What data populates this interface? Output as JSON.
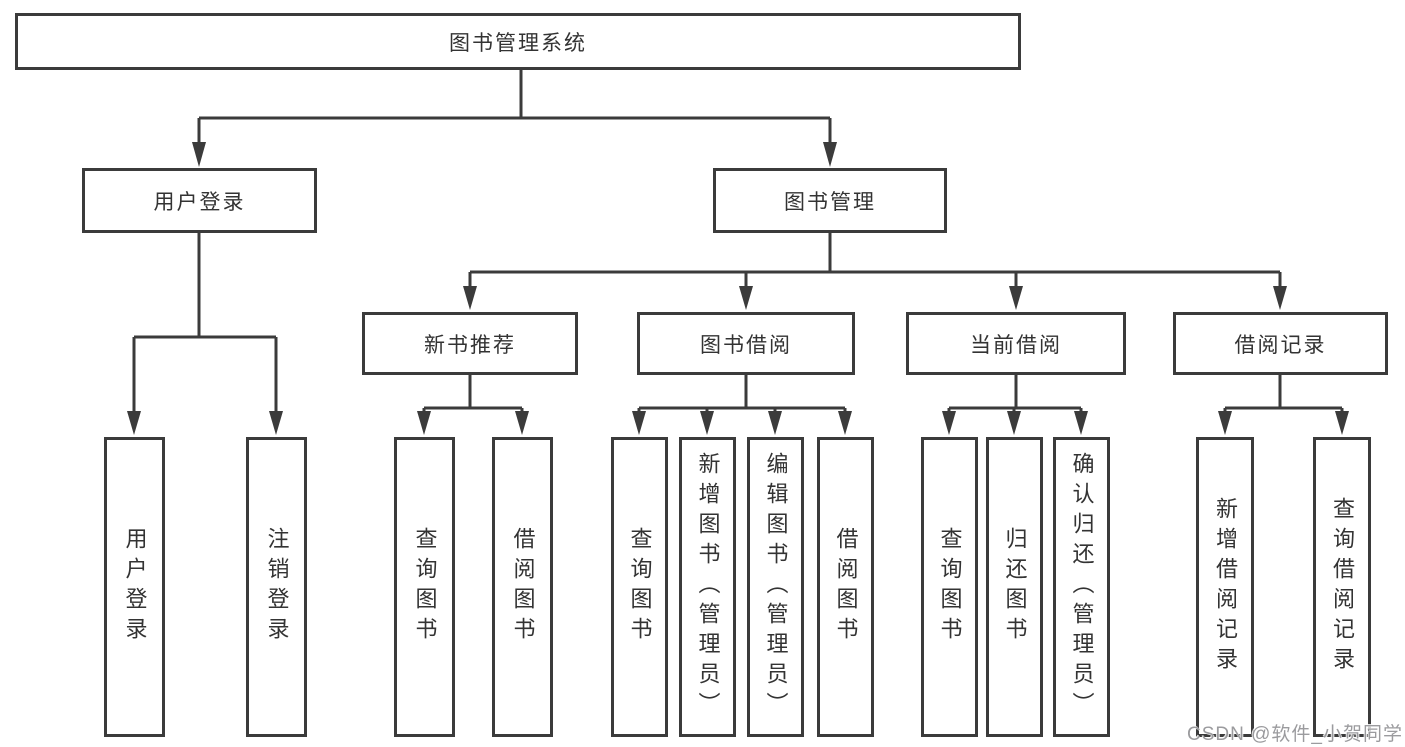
{
  "diagram": {
    "root": {
      "label": "图书管理系统"
    },
    "branches": [
      {
        "label": "用户登录",
        "children": [
          {
            "label": "用户登录"
          },
          {
            "label": "注销登录"
          }
        ]
      },
      {
        "label": "图书管理",
        "children": [
          {
            "label": "新书推荐",
            "children": [
              {
                "label": "查询图书"
              },
              {
                "label": "借阅图书"
              }
            ]
          },
          {
            "label": "图书借阅",
            "children": [
              {
                "label": "查询图书"
              },
              {
                "label": "新增图书（管理员）"
              },
              {
                "label": "编辑图书（管理员）"
              },
              {
                "label": "借阅图书"
              }
            ]
          },
          {
            "label": "当前借阅",
            "children": [
              {
                "label": "查询图书"
              },
              {
                "label": "归还图书"
              },
              {
                "label": "确认归还（管理员）"
              }
            ]
          },
          {
            "label": "借阅记录",
            "children": [
              {
                "label": "新增借阅记录"
              },
              {
                "label": "查询借阅记录"
              }
            ]
          }
        ]
      }
    ]
  },
  "watermark": {
    "text": "CSDN @软件_小贺同学"
  },
  "colors": {
    "line": "#3b3b3b",
    "text": "#333333",
    "box_fill": "#ffffff",
    "watermark": "#9b9b9e",
    "background": "#ffffff"
  }
}
